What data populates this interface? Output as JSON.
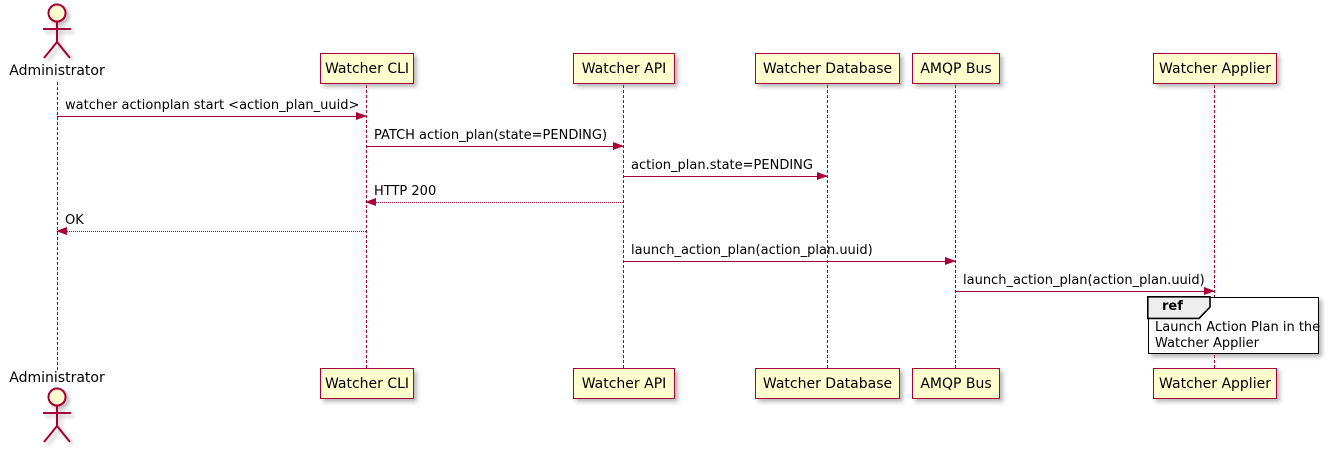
{
  "diagram": {
    "type": "uml-sequence-diagram",
    "colors": {
      "background": "#FFFFFF",
      "participant_fill": "#FEFECE",
      "participant_border": "#A80036",
      "arrow": "#A80036",
      "lifeline": "#A80036",
      "text": "#000000",
      "ref_header_fill": "#EEEEEE",
      "ref_border": "#000000"
    },
    "actor": {
      "name": "Administrator"
    },
    "participants": [
      {
        "id": "watcher-cli",
        "label": "Watcher CLI"
      },
      {
        "id": "watcher-api",
        "label": "Watcher API"
      },
      {
        "id": "watcher-database",
        "label": "Watcher Database"
      },
      {
        "id": "amqp-bus",
        "label": "AMQP Bus"
      },
      {
        "id": "watcher-applier",
        "label": "Watcher Applier"
      }
    ],
    "messages": [
      {
        "from": "Administrator",
        "to": "Watcher CLI",
        "label": "watcher actionplan start <action_plan_uuid>",
        "line": "solid",
        "direction": "right"
      },
      {
        "from": "Watcher CLI",
        "to": "Watcher API",
        "label": "PATCH action_plan(state=PENDING)",
        "line": "solid",
        "direction": "right"
      },
      {
        "from": "Watcher API",
        "to": "Watcher Database",
        "label": "action_plan.state=PENDING",
        "line": "solid",
        "direction": "right"
      },
      {
        "from": "Watcher API",
        "to": "Watcher CLI",
        "label": "HTTP 200",
        "line": "dotted",
        "direction": "left"
      },
      {
        "from": "Watcher CLI",
        "to": "Administrator",
        "label": "OK",
        "line": "dotted",
        "direction": "left"
      },
      {
        "from": "Watcher API",
        "to": "AMQP Bus",
        "label": "launch_action_plan(action_plan.uuid)",
        "line": "solid",
        "direction": "right"
      },
      {
        "from": "AMQP Bus",
        "to": "Watcher Applier",
        "label": "launch_action_plan(action_plan.uuid)",
        "line": "solid",
        "direction": "right"
      }
    ],
    "ref_fragment": {
      "keyword": "ref",
      "over": "Watcher Applier",
      "lines": [
        "Launch Action Plan in the",
        "Watcher Applier"
      ]
    }
  }
}
